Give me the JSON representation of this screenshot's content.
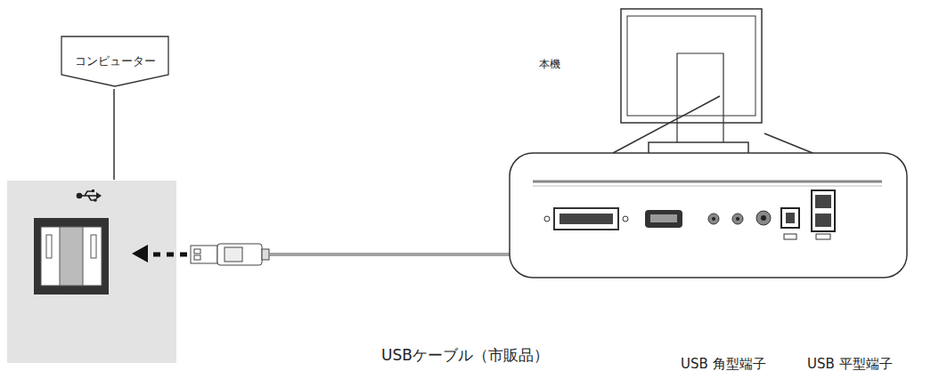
{
  "diagram": {
    "nodes": [
      {
        "text": [
          "コンピューター"
        ]
      }
    ],
    "labels": [
      "本機",
      "USBケーブル（市販品）",
      "USB 角型端子",
      "USB 平型端子"
    ]
  }
}
